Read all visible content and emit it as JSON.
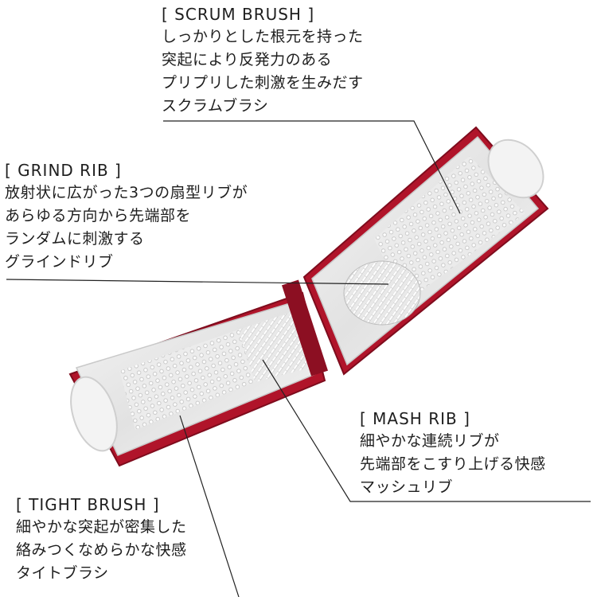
{
  "scrum": {
    "title": "[ SCRUM BRUSH ]",
    "lines": [
      "しっかりとした根元を持った",
      "突起により反発力のある",
      "プリプリした刺激を生みだす",
      "スクラムブラシ"
    ]
  },
  "grind": {
    "title": "[ GRIND RIB ]",
    "lines": [
      "放射状に広がった3つの扇型リブが",
      "あらゆる方向から先端部を",
      "ランダムに刺激する",
      "グラインドリブ"
    ]
  },
  "mash": {
    "title": "[ MASH RIB ]",
    "lines": [
      "細やかな連続リブが",
      "先端部をこすり上げる快感",
      "マッシュリブ"
    ]
  },
  "tight": {
    "title": "[ TIGHT BRUSH ]",
    "lines": [
      "細やかな突起が密集した",
      "絡みつくなめらかな快感",
      "タイトブラシ"
    ]
  },
  "colors": {
    "case_red": "#b0142a",
    "text": "#1e1e1e",
    "leader_line": "#222222"
  }
}
